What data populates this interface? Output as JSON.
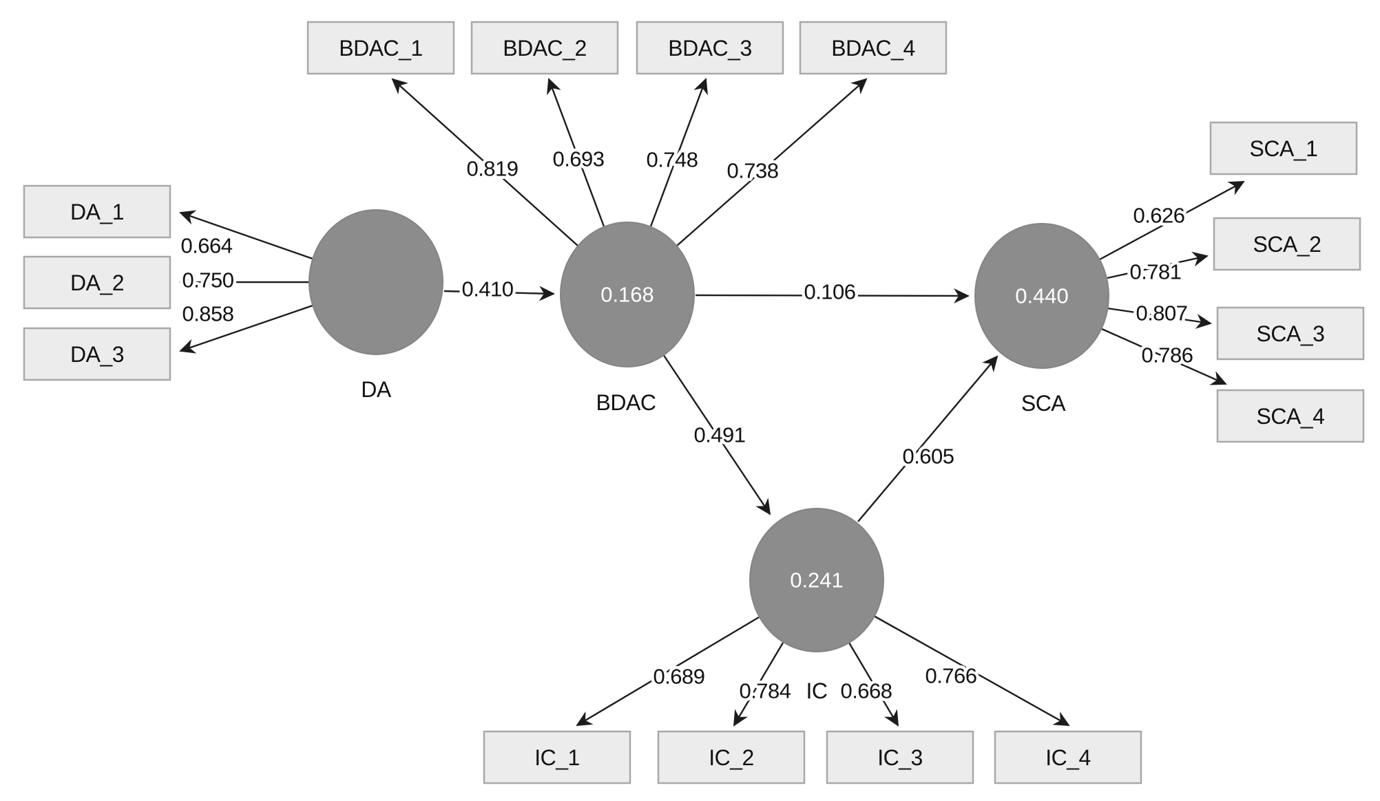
{
  "model": {
    "type": "PLS-SEM path model",
    "nodes": {
      "da": {
        "label": "DA"
      },
      "bdac": {
        "label": "BDAC",
        "value": "0.168"
      },
      "ic": {
        "label": "IC",
        "value": "0.241"
      },
      "sca": {
        "label": "SCA",
        "value": "0.440"
      }
    },
    "indicators": {
      "da": [
        {
          "name": "DA_1",
          "loading": "0.664"
        },
        {
          "name": "DA_2",
          "loading": "0.750"
        },
        {
          "name": "DA_3",
          "loading": "0.858"
        }
      ],
      "bdac": [
        {
          "name": "BDAC_1",
          "loading": "0.819"
        },
        {
          "name": "BDAC_2",
          "loading": "0.693"
        },
        {
          "name": "BDAC_3",
          "loading": "0.748"
        },
        {
          "name": "BDAC_4",
          "loading": "0.738"
        }
      ],
      "sca": [
        {
          "name": "SCA_1",
          "loading": "0.626"
        },
        {
          "name": "SCA_2",
          "loading": "0.781"
        },
        {
          "name": "SCA_3",
          "loading": "0.807"
        },
        {
          "name": "SCA_4",
          "loading": "0.786"
        }
      ],
      "ic": [
        {
          "name": "IC_1",
          "loading": "0.689"
        },
        {
          "name": "IC_2",
          "loading": "0.784"
        },
        {
          "name": "IC_3",
          "loading": "0.668"
        },
        {
          "name": "IC_4",
          "loading": "0.766"
        }
      ]
    },
    "paths": [
      {
        "from": "DA",
        "to": "BDAC",
        "coef": "0.410"
      },
      {
        "from": "BDAC",
        "to": "SCA",
        "coef": "0.106"
      },
      {
        "from": "BDAC",
        "to": "IC",
        "coef": "0.491"
      },
      {
        "from": "IC",
        "to": "SCA",
        "coef": "0.605"
      }
    ],
    "colors": {
      "latent_fill": "#8c8c8c",
      "indicator_fill": "#ececec",
      "indicator_border": "#a8a8a8",
      "line": "#1c1c1c",
      "value_text": "#ffffff"
    }
  }
}
